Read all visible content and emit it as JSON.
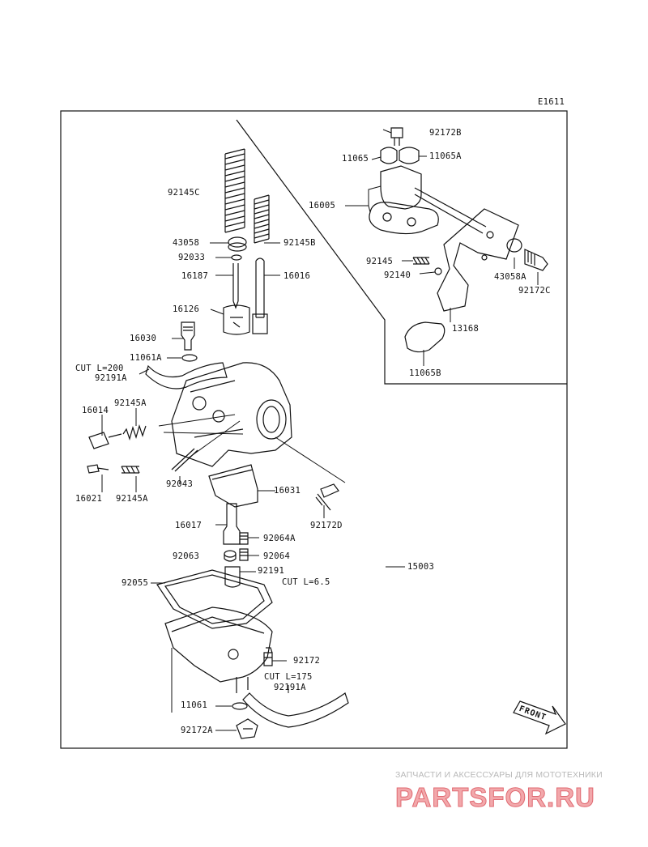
{
  "diagram": {
    "code": "E1611",
    "front_label": "FRONT",
    "labels": {
      "p92172B": "92172B",
      "p11065": "11065",
      "p11065A": "11065A",
      "p92145C": "92145C",
      "p16005": "16005",
      "p43058": "43058",
      "p92145B": "92145B",
      "p92033": "92033",
      "p92145": "92145",
      "p16187": "16187",
      "p16016": "16016",
      "p92140": "92140",
      "p43058A": "43058A",
      "p92172C": "92172C",
      "p16126": "16126",
      "p13168": "13168",
      "p16030": "16030",
      "p11061A": "11061A",
      "p11065B": "11065B",
      "cut200": "CUT L=200",
      "p92191A_top": "92191A",
      "p16014": "16014",
      "p92145A_mid": "92145A",
      "p92043": "92043",
      "p16031": "16031",
      "p16021": "16021",
      "p92145A_low": "92145A",
      "p92172D": "92172D",
      "p16017": "16017",
      "p92064A": "92064A",
      "p15003": "15003",
      "p92063": "92063",
      "p92064": "92064",
      "p92055": "92055",
      "p92191": "92191",
      "cut65": "CUT L=6.5",
      "p92172": "92172",
      "cut175": "CUT L=175",
      "p92191A_bot": "92191A",
      "p11061": "11061",
      "p92172A": "92172A"
    }
  },
  "watermark": {
    "tagline": "ЗАПЧАСТИ И АКСЕССУАРЫ ДЛЯ МОТОТЕХНИКИ",
    "logo": "PARTSFOR.RU"
  }
}
